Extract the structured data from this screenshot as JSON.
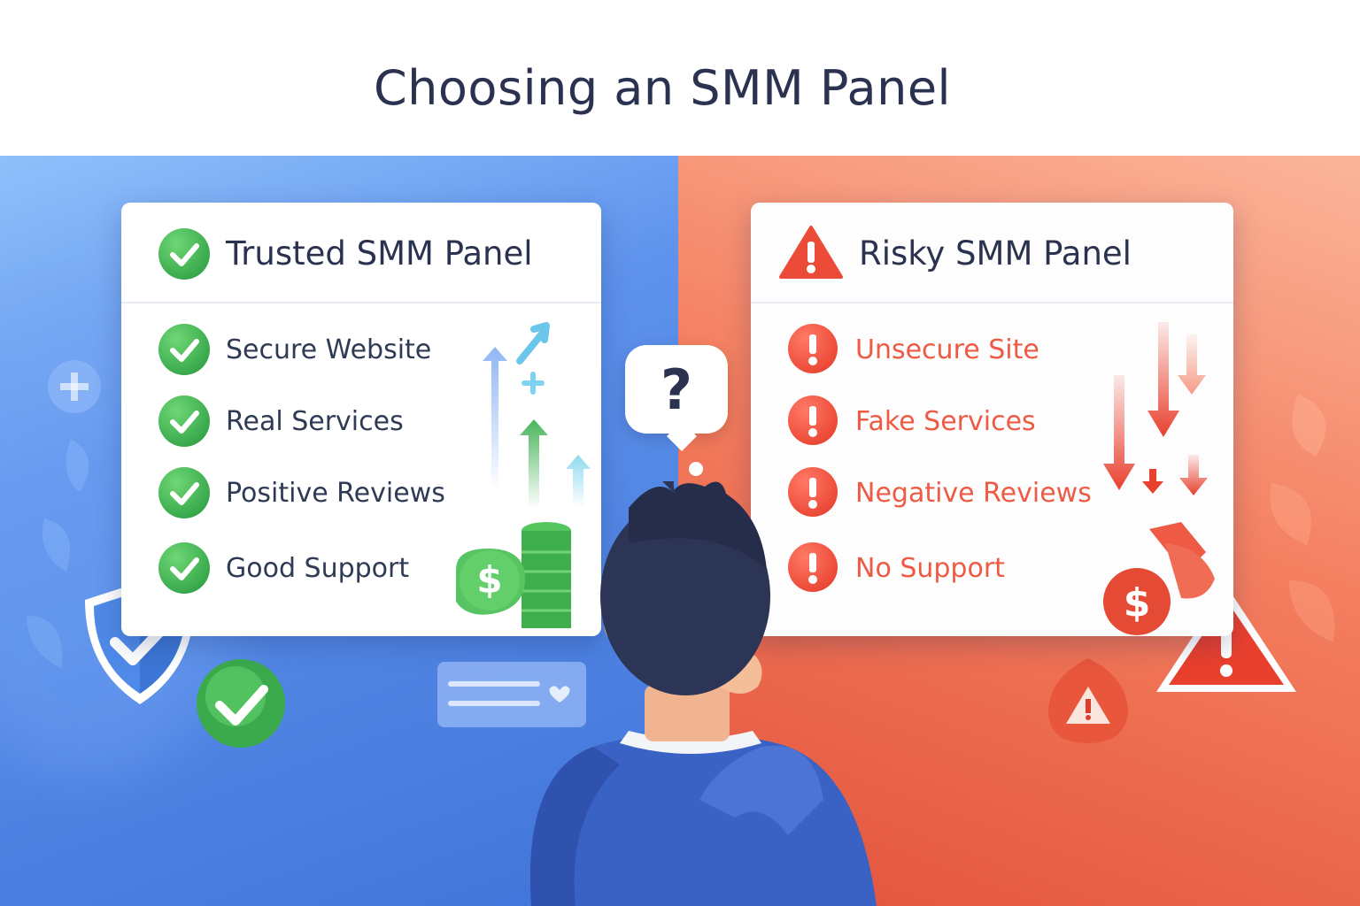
{
  "title": "Choosing an SMM Panel",
  "trusted": {
    "title": "Trusted SMM Panel",
    "items": [
      "Secure Website",
      "Real Services",
      "Positive Reviews",
      "Good Support"
    ]
  },
  "risky": {
    "title": "Risky SMM Panel",
    "items": [
      "Unsecure Site",
      "Fake Services",
      "Negative Reviews",
      "No Support"
    ]
  },
  "question_mark": "?",
  "colors": {
    "trusted_bg": "#5e92ec",
    "risky_bg": "#f47e5f",
    "check_green": "#3aaa4d",
    "alert_red": "#ec4b38",
    "title_text": "#2a3250",
    "risky_text": "#ee5a44"
  },
  "icons": {
    "trusted_header": "check-circle-icon",
    "risky_header": "warning-triangle-icon",
    "trusted_item": "check-circle-icon",
    "risky_item": "exclamation-circle-icon"
  }
}
